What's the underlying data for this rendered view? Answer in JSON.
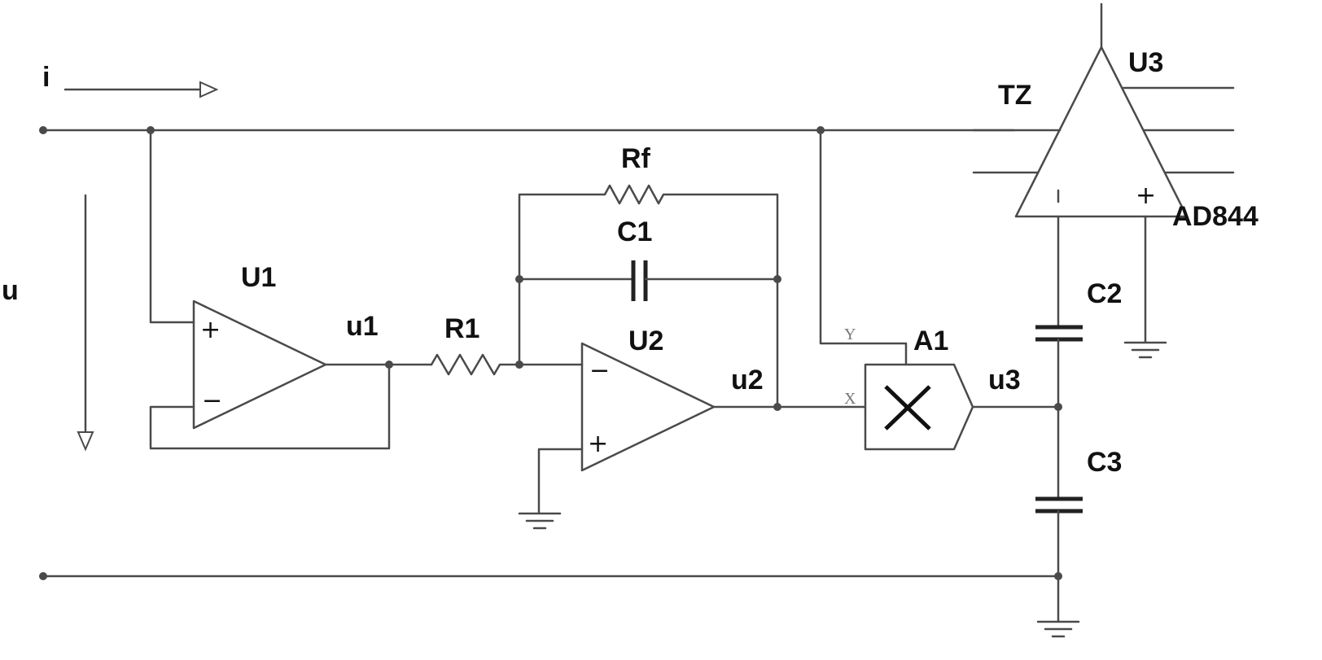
{
  "labels": {
    "current": "i",
    "voltage": "u",
    "U1": "U1",
    "U2": "U2",
    "U3": "U3",
    "R1": "R1",
    "Rf": "Rf",
    "C1": "C1",
    "C2": "C2",
    "C3": "C3",
    "A1": "A1",
    "TZ": "TZ",
    "AD844": "AD844",
    "u1": "u1",
    "u2": "u2",
    "u3": "u3"
  },
  "pins": {
    "plus": "+",
    "minus": "−",
    "Y": "Y",
    "X": "X",
    "inv": "I"
  }
}
